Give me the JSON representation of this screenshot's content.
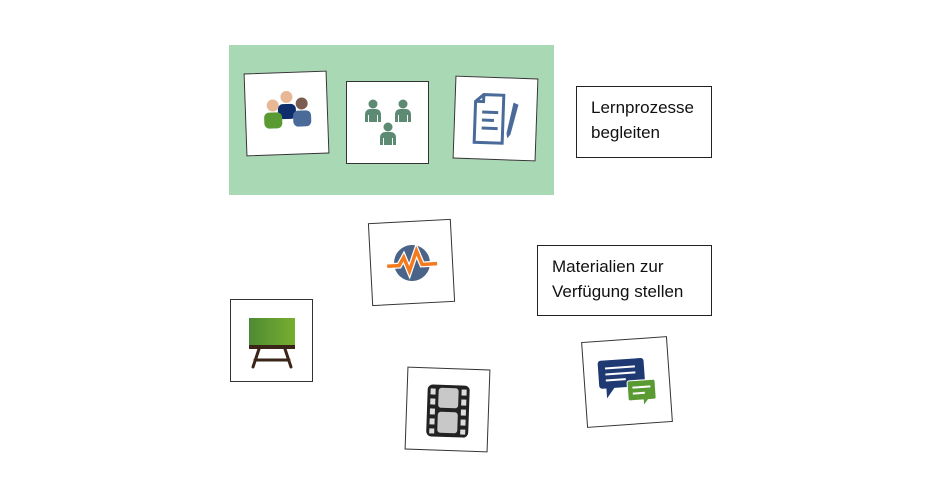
{
  "labels": {
    "accompany": "Lernprozesse begleiten",
    "accompany_line1": "Lernprozesse",
    "accompany_line2": "begleiten",
    "materials_line1": "Materialien zur",
    "materials_line2": "Verfügung stellen"
  },
  "colors": {
    "group_bg": "#a8d8b4",
    "accent_orange": "#f47a20",
    "navy": "#1f3a73",
    "green": "#5a9a32"
  }
}
